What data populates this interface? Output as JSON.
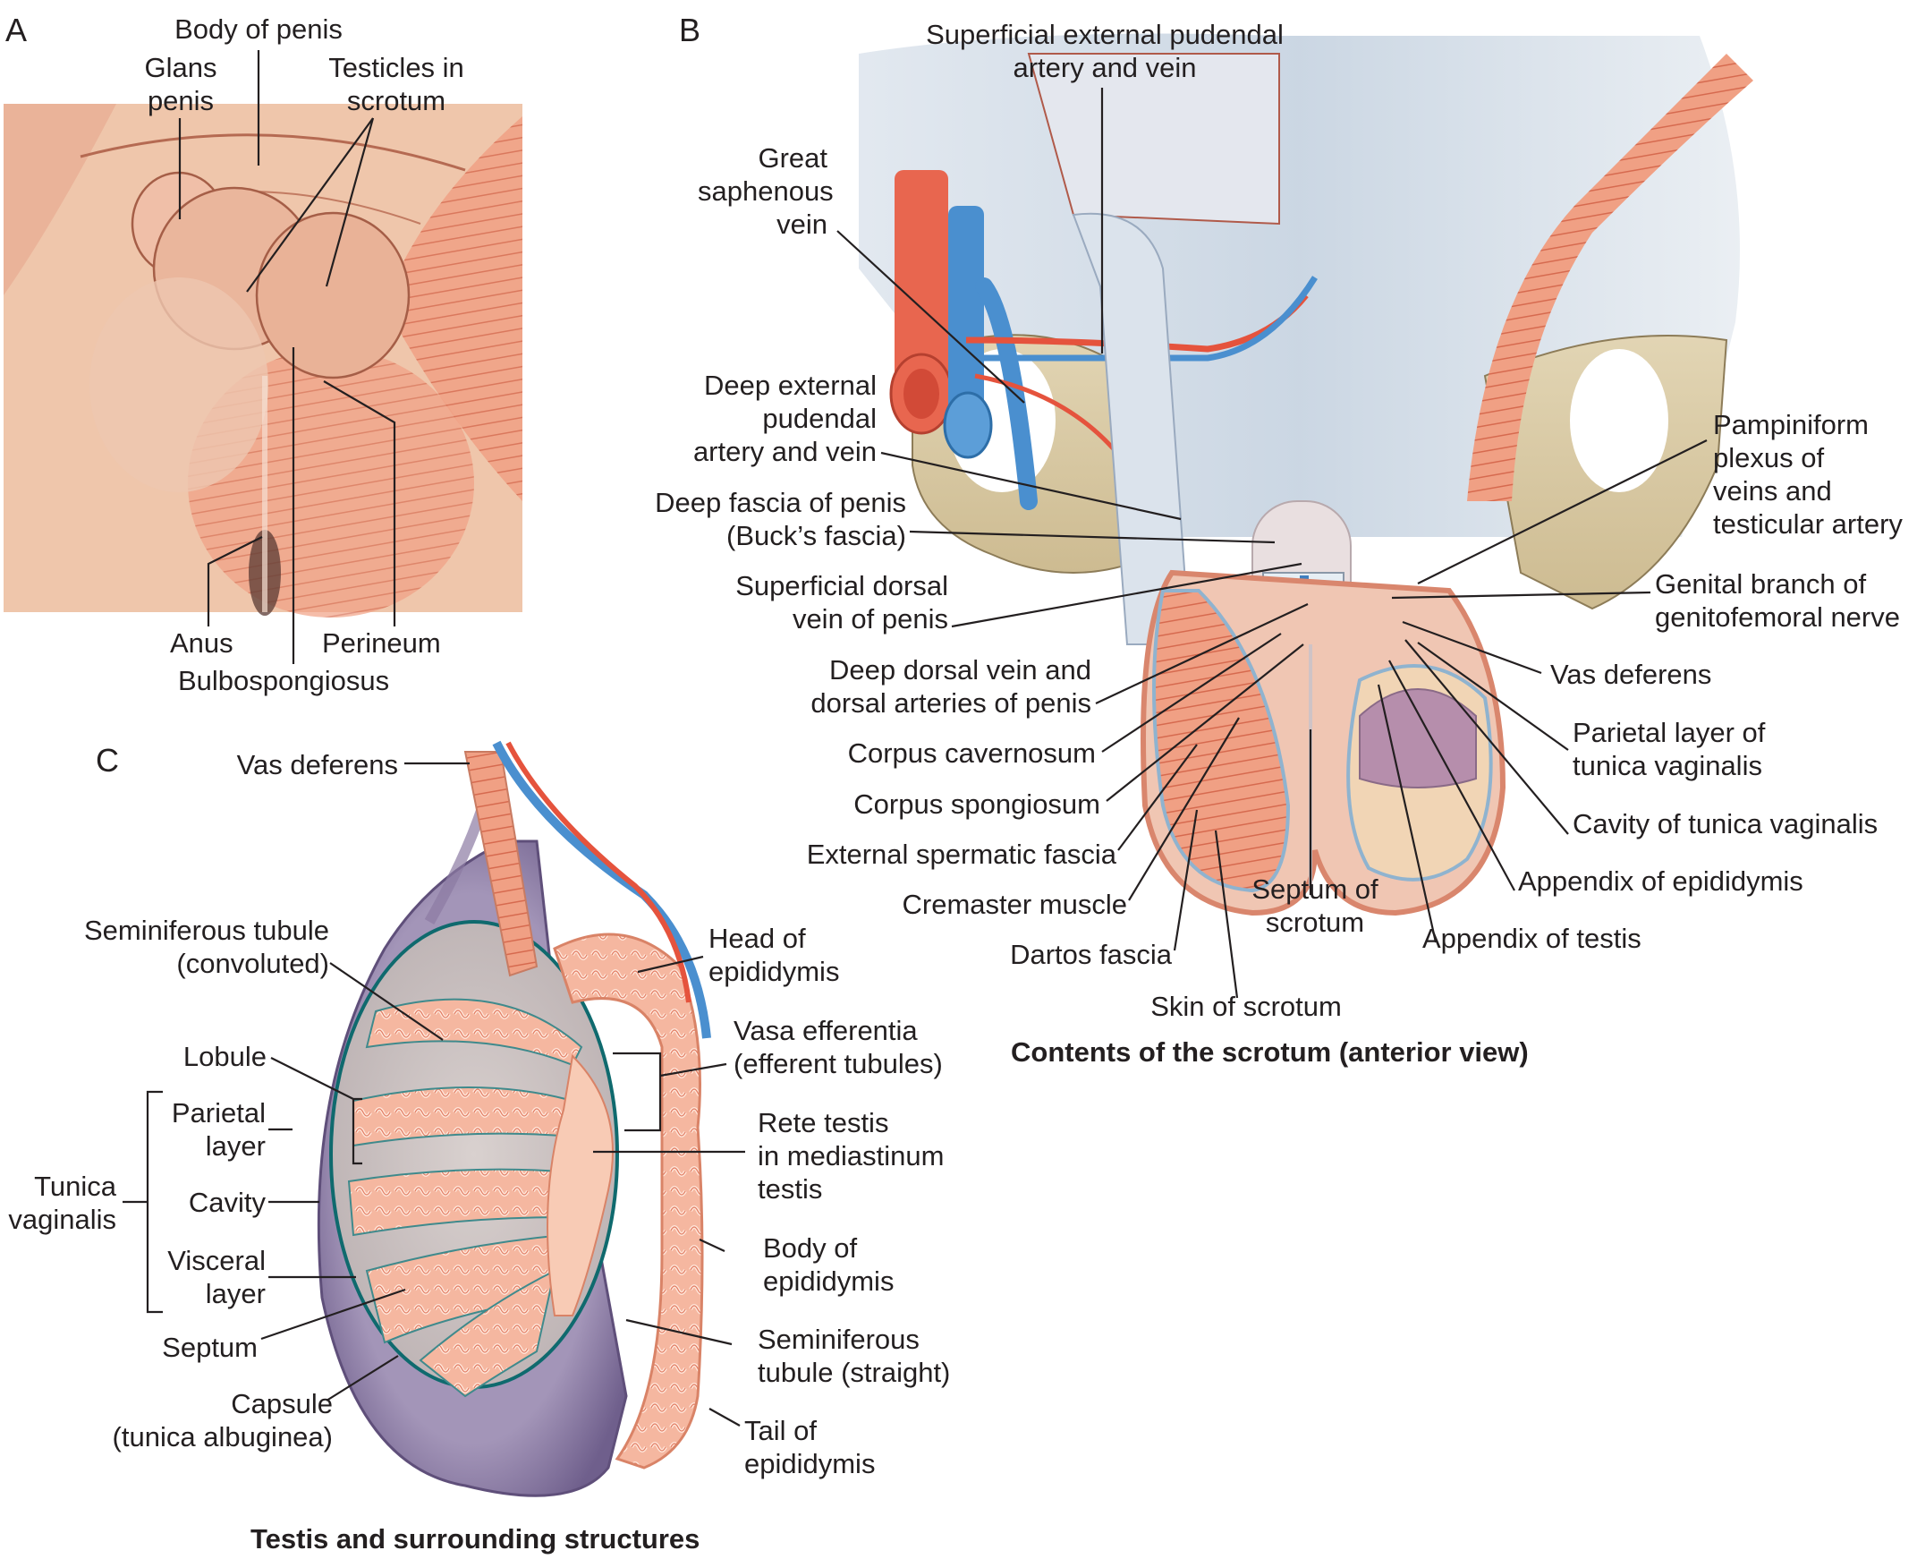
{
  "figure": {
    "panels": {
      "A": {
        "letter": "A",
        "labels": {
          "body_of_penis": "Body of penis",
          "glans_penis": "Glans\npenis",
          "testicles_in_scrotum": "Testicles in\nscrotum",
          "anus": "Anus",
          "bulbospongiosus": "Bulbospongiosus",
          "perineum": "Perineum"
        }
      },
      "B": {
        "letter": "B",
        "caption": "Contents of the scrotum (anterior view)",
        "labels": {
          "superficial_external_pudendal": "Superficial external pudendal\nartery and vein",
          "great_saphenous_vein": "Great\nsaphenous\nvein",
          "deep_external_pudendal": "Deep external\npudendal\nartery and vein",
          "deep_fascia_of_penis": "Deep fascia of penis\n(Buck’s fascia)",
          "superficial_dorsal_vein": "Superficial dorsal\nvein of penis",
          "deep_dorsal_vein": "Deep dorsal vein and\ndorsal arteries of penis",
          "corpus_cavernosum": "Corpus cavernosum",
          "corpus_spongiosum": "Corpus spongiosum",
          "external_spermatic_fascia": "External spermatic fascia",
          "cremaster_muscle": "Cremaster muscle",
          "dartos_fascia": "Dartos fascia",
          "skin_of_scrotum": "Skin of scrotum",
          "septum_of_scrotum": "Septum of\nscrotum",
          "pampiniform_plexus": "Pampiniform\nplexus of\nveins and\ntesticular artery",
          "genital_branch": "Genital branch of\ngenitofemoral nerve",
          "vas_deferens": "Vas deferens",
          "parietal_layer_tv": "Parietal layer of\ntunica vaginalis",
          "cavity_tv": "Cavity of tunica vaginalis",
          "appendix_epididymis": "Appendix of epididymis",
          "appendix_testis": "Appendix of testis"
        }
      },
      "C": {
        "letter": "C",
        "caption": "Testis and surrounding structures",
        "labels": {
          "vas_deferens": "Vas deferens",
          "seminiferous_convoluted": "Seminiferous tubule\n(convoluted)",
          "lobule": "Lobule",
          "tunica_vaginalis": "Tunica\nvaginalis",
          "parietal_layer": "Parietal\nlayer",
          "cavity": "Cavity",
          "visceral_layer": "Visceral\nlayer",
          "septum": "Septum",
          "capsule": "Capsule\n(tunica albuginea)",
          "head_of_epididymis": "Head of\nepididymis",
          "vasa_efferentia": "Vasa efferentia\n(efferent tubules)",
          "rete_testis": "Rete testis\nin mediastinum\ntestis",
          "body_of_epididymis": "Body of\nepididymis",
          "seminiferous_straight": "Seminiferous\ntubule (straight)",
          "tail_of_epididymis": "Tail of\nepididymis"
        }
      }
    },
    "colors": {
      "skin": "#e8b598",
      "muscle": "#e8876b",
      "artery": "#e5533d",
      "vein": "#4a8fcf",
      "bone": "#d9c9a3",
      "fascia": "#c9d5e3",
      "tunica": "#8c7aa3",
      "tubule": "#f3a58c",
      "text": "#231f20"
    }
  }
}
